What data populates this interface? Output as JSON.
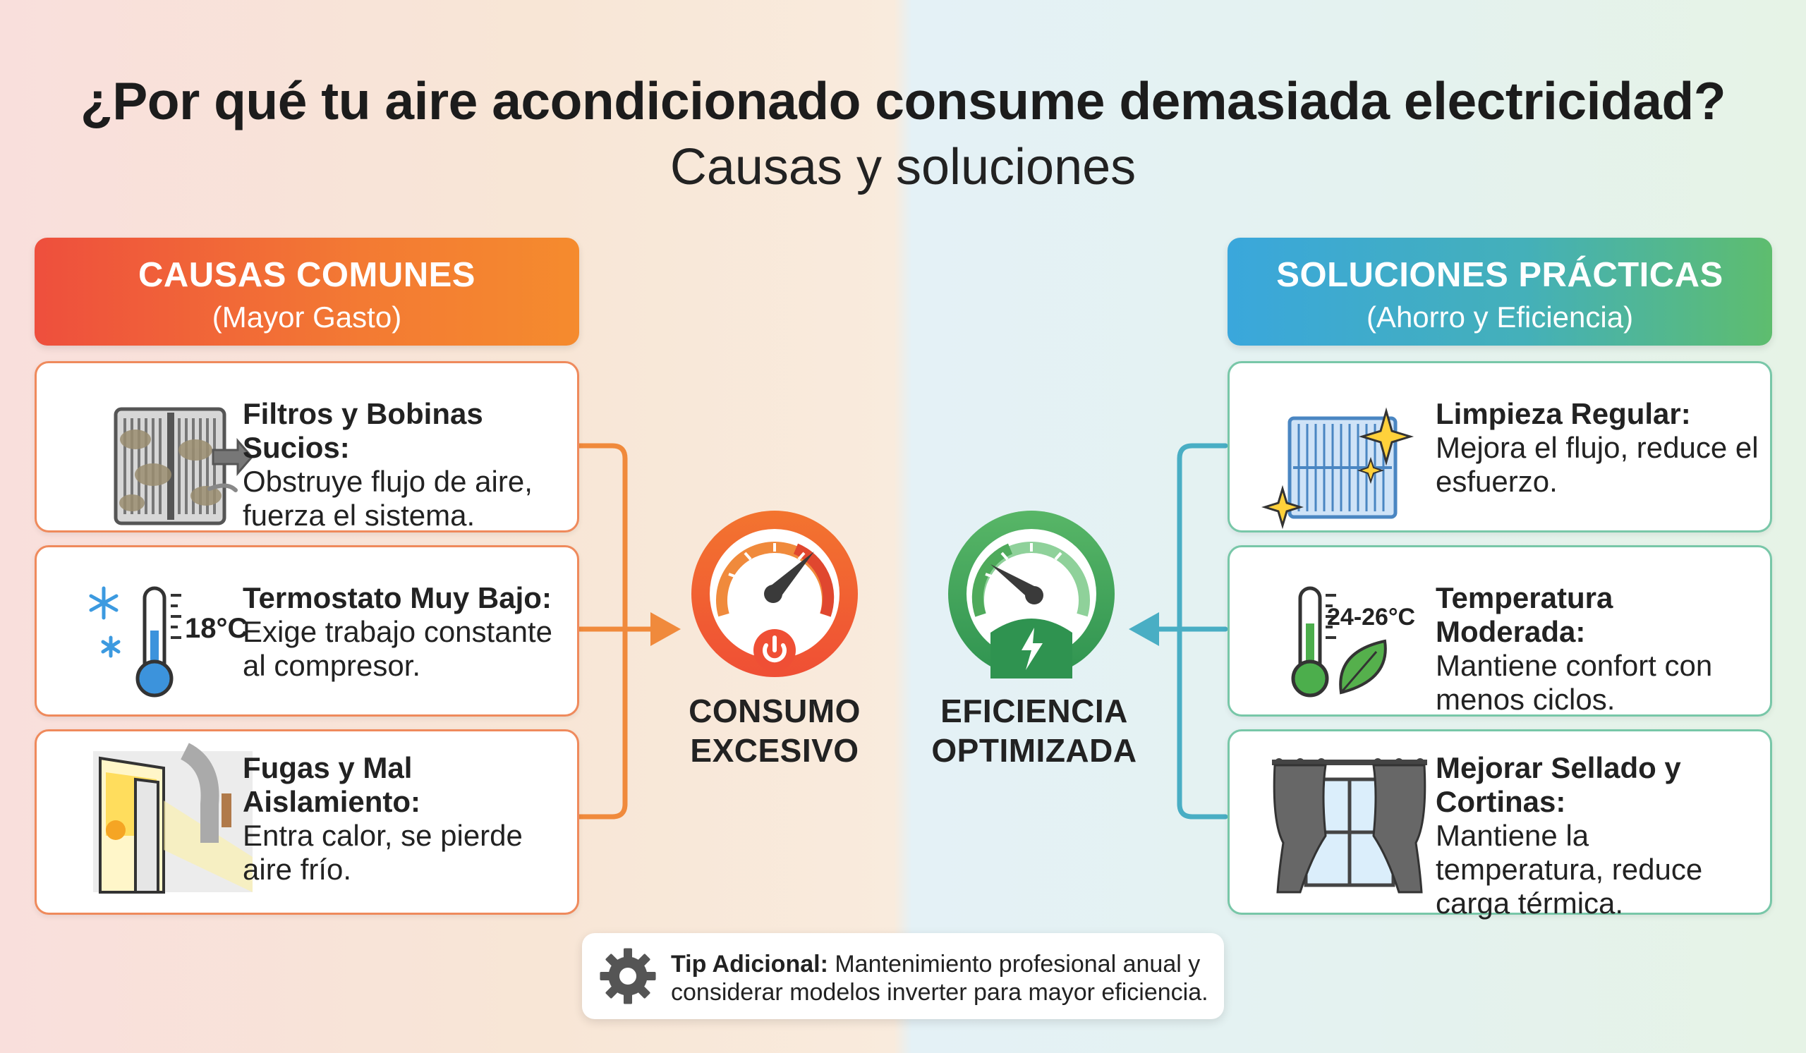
{
  "title": "¿Por qué tu aire acondicionado consume demasiada electricidad?",
  "subtitle": "Causas y soluciones",
  "causes": {
    "heading": "CAUSAS COMUNES",
    "subheading": "(Mayor Gasto)",
    "items": [
      {
        "title": "Filtros y Bobinas Sucios:",
        "desc": "Obstruye flujo de aire, fuerza el sistema.",
        "icon": "dirty-filter-icon"
      },
      {
        "title": "Termostato Muy Bajo:",
        "desc": "Exige trabajo constante al compresor.",
        "icon": "cold-thermometer-icon",
        "temp": "18°C"
      },
      {
        "title": "Fugas y Mal Aislamiento:",
        "desc": "Entra calor, se pierde aire frío.",
        "icon": "window-leak-icon"
      }
    ]
  },
  "solutions": {
    "heading": "SOLUCIONES PRÁCTICAS",
    "subheading": "(Ahorro y Eficiencia)",
    "items": [
      {
        "title": "Limpieza Regular:",
        "desc": "Mejora el flujo, reduce el esfuerzo.",
        "icon": "clean-filter-icon"
      },
      {
        "title": "Temperatura Moderada:",
        "desc": "Mantiene confort con menos ciclos.",
        "icon": "moderate-thermometer-icon",
        "temp": "24-26°C"
      },
      {
        "title": "Mejorar Sellado y Cortinas:",
        "desc": "Mantiene la temperatura, reduce carga térmica.",
        "icon": "curtains-icon"
      }
    ]
  },
  "hubs": {
    "left": {
      "line1": "CONSUMO",
      "line2": "EXCESIVO",
      "icon": "high-consumption-gauge-icon",
      "color": "#f06a38"
    },
    "right": {
      "line1": "EFICIENCIA",
      "line2": "OPTIMIZADA",
      "icon": "efficiency-gauge-icon",
      "color": "#3fa35a"
    }
  },
  "tip": {
    "label": "Tip Adicional:",
    "text": " Mantenimiento profesional anual y considerar modelos inverter para mayor eficiencia.",
    "icon": "gear-icon"
  },
  "colors": {
    "cause_accent": "#f08a3c",
    "solution_accent": "#49aec4"
  }
}
